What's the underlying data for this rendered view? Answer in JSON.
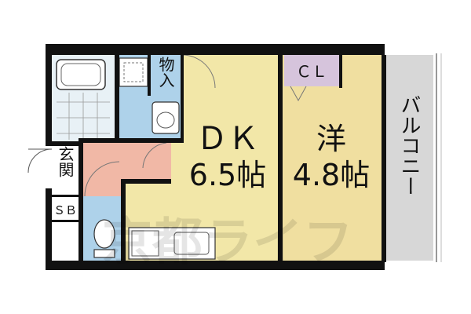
{
  "rooms": {
    "dk": {
      "name": "ＤＫ",
      "size": "6.5帖"
    },
    "western": {
      "name": "洋",
      "size": "4.8帖"
    },
    "closet": {
      "label": "ＣＬ"
    },
    "storage": {
      "label": "物入"
    },
    "entrance": {
      "label": "玄関"
    },
    "shoe_box": {
      "label": "ＳＢ"
    },
    "balcony": {
      "label": "バルコニー"
    }
  },
  "watermark": {
    "text": "京都ライフ"
  },
  "colors": {
    "wall": "#111111",
    "dk_floor": "#f2e7a8",
    "western_floor": "#f0dfa0",
    "wet_area": "#aed2ea",
    "entrance_floor": "#f1b8a6",
    "storage_floor": "#d6c4dc",
    "balcony": "#d7d7d7"
  }
}
